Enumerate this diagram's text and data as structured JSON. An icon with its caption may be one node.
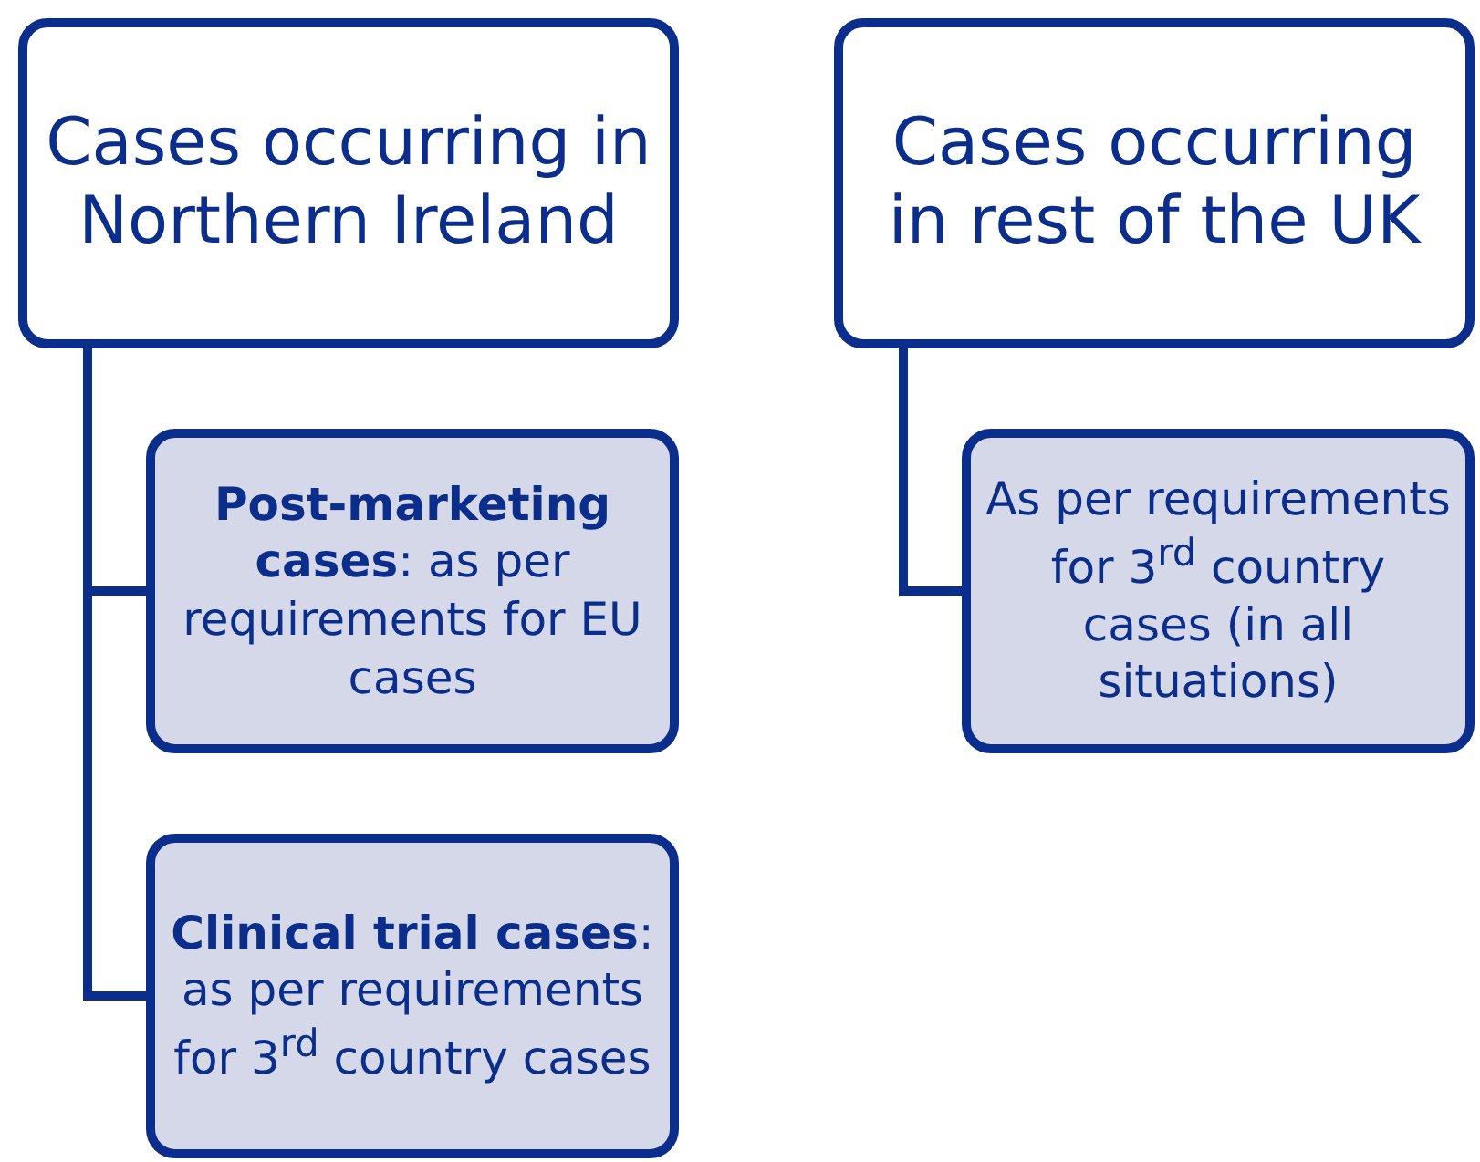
{
  "diagram": {
    "nodes": [
      {
        "text": [
          "Cases occurring in Northern Ireland"
        ]
      },
      {
        "text": [
          "**Post-marketing cases**: as per requirements for EU cases"
        ]
      },
      {
        "text": [
          "**Clinical trial cases**: as per requirements for 3$^{rd}$ country cases"
        ]
      },
      {
        "text": [
          "Cases occurring in rest of the UK"
        ]
      },
      {
        "text": [
          "As per requirements for 3$^{rd}$ country cases (in all situations)"
        ]
      }
    ],
    "edges": [
      {
        "from": 0,
        "to": 1,
        "arrow": "none"
      },
      {
        "from": 0,
        "to": 2,
        "arrow": "none"
      },
      {
        "from": 3,
        "to": 4,
        "arrow": "none"
      }
    ]
  }
}
